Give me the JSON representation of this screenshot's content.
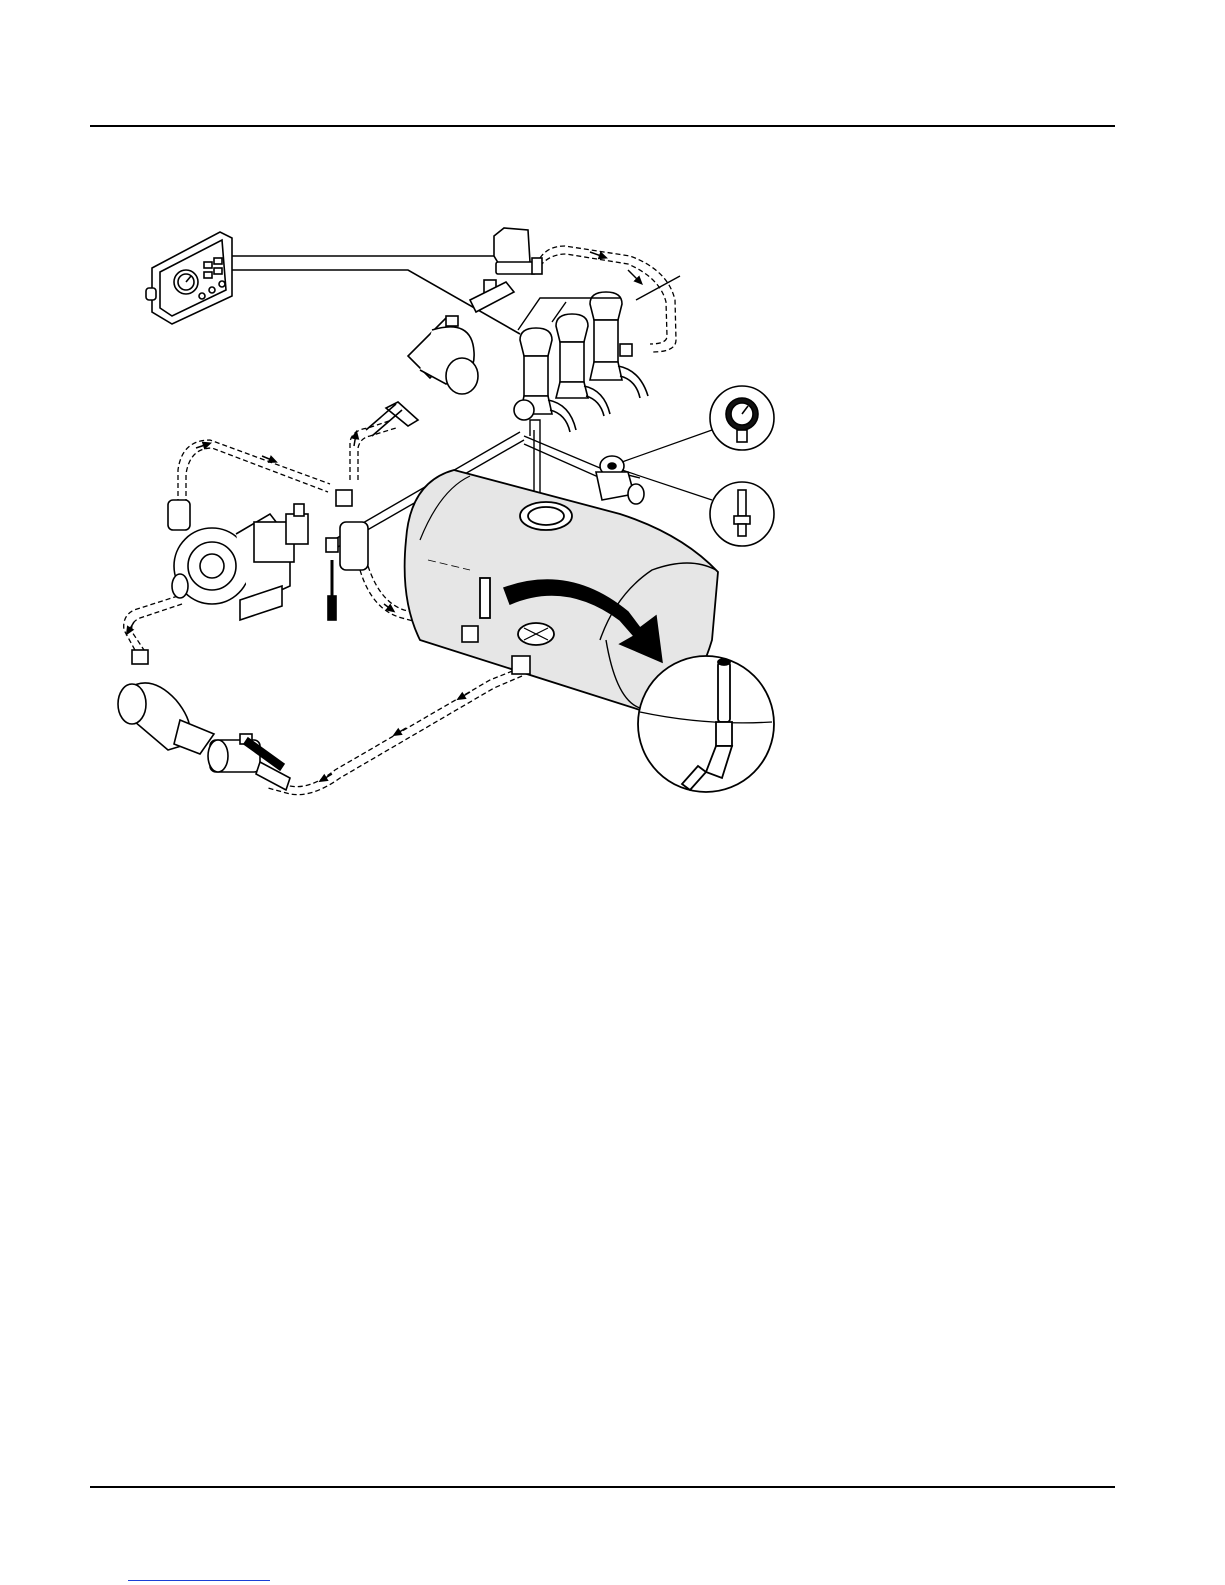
{
  "figure": {
    "kind": "sprayer plumbing schematic",
    "labels": [],
    "flow_line_style": "dashed",
    "components": [
      {
        "name": "control-box",
        "icon": "control-panel-icon"
      },
      {
        "name": "master-valve",
        "icon": "solenoid-valve-icon"
      },
      {
        "name": "pressure-strainer",
        "icon": "y-strainer-icon"
      },
      {
        "name": "boom-valve-1",
        "icon": "boom-valve-icon"
      },
      {
        "name": "boom-valve-2",
        "icon": "boom-valve-icon"
      },
      {
        "name": "boom-valve-3",
        "icon": "boom-valve-icon"
      },
      {
        "name": "pump",
        "icon": "centrifugal-pump-icon"
      },
      {
        "name": "agitation-valve",
        "icon": "ball-valve-icon"
      },
      {
        "name": "suction-strainer",
        "icon": "y-strainer-icon"
      },
      {
        "name": "shutoff-valve",
        "icon": "ball-valve-icon"
      },
      {
        "name": "tank",
        "icon": "tank-icon"
      },
      {
        "name": "pressure-gauge",
        "icon": "gauge-icon"
      },
      {
        "name": "gauge-plug",
        "icon": "fitting-icon"
      },
      {
        "name": "agitator-detail",
        "icon": "magnifier-inset-icon"
      }
    ]
  },
  "colors": {
    "line": "#000000",
    "tank_fill": "#e6e6e6",
    "link_underline": "#1a3fd6"
  }
}
